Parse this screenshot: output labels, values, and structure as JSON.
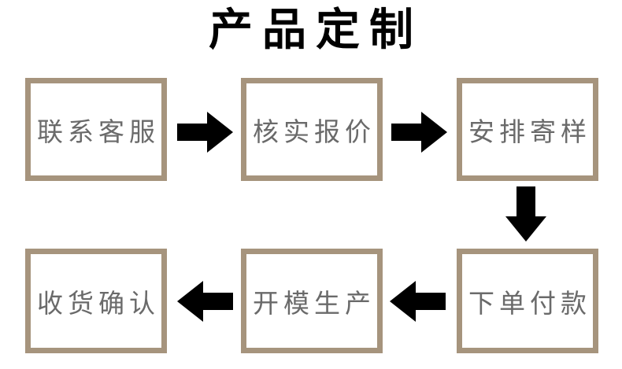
{
  "title": "产品定制",
  "colors": {
    "background": "#ffffff",
    "title_text": "#000000",
    "box_border": "#a6947d",
    "box_text": "#6a6a6a",
    "arrow": "#000000"
  },
  "flow": {
    "steps": [
      {
        "label": "联系客服"
      },
      {
        "label": "核实报价"
      },
      {
        "label": "安排寄样"
      },
      {
        "label": "下单付款"
      },
      {
        "label": "开模生产"
      },
      {
        "label": "收货确认"
      }
    ],
    "connectors": [
      {
        "icon": "arrow-right-icon",
        "from": "联系客服",
        "to": "核实报价"
      },
      {
        "icon": "arrow-right-icon",
        "from": "核实报价",
        "to": "安排寄样"
      },
      {
        "icon": "arrow-down-icon",
        "from": "安排寄样",
        "to": "下单付款"
      },
      {
        "icon": "arrow-left-icon",
        "from": "下单付款",
        "to": "开模生产"
      },
      {
        "icon": "arrow-left-icon",
        "from": "开模生产",
        "to": "收货确认"
      }
    ]
  }
}
